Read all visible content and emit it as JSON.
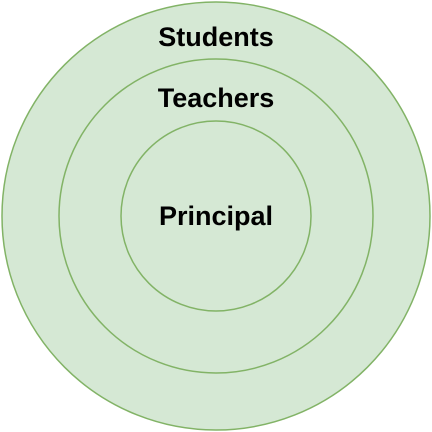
{
  "diagram": {
    "colors": {
      "fill": "#d5e8d4",
      "stroke": "#82b366",
      "text": "#000000"
    },
    "rings": [
      {
        "label": "Students"
      },
      {
        "label": "Teachers"
      },
      {
        "label": "Principal"
      }
    ]
  }
}
